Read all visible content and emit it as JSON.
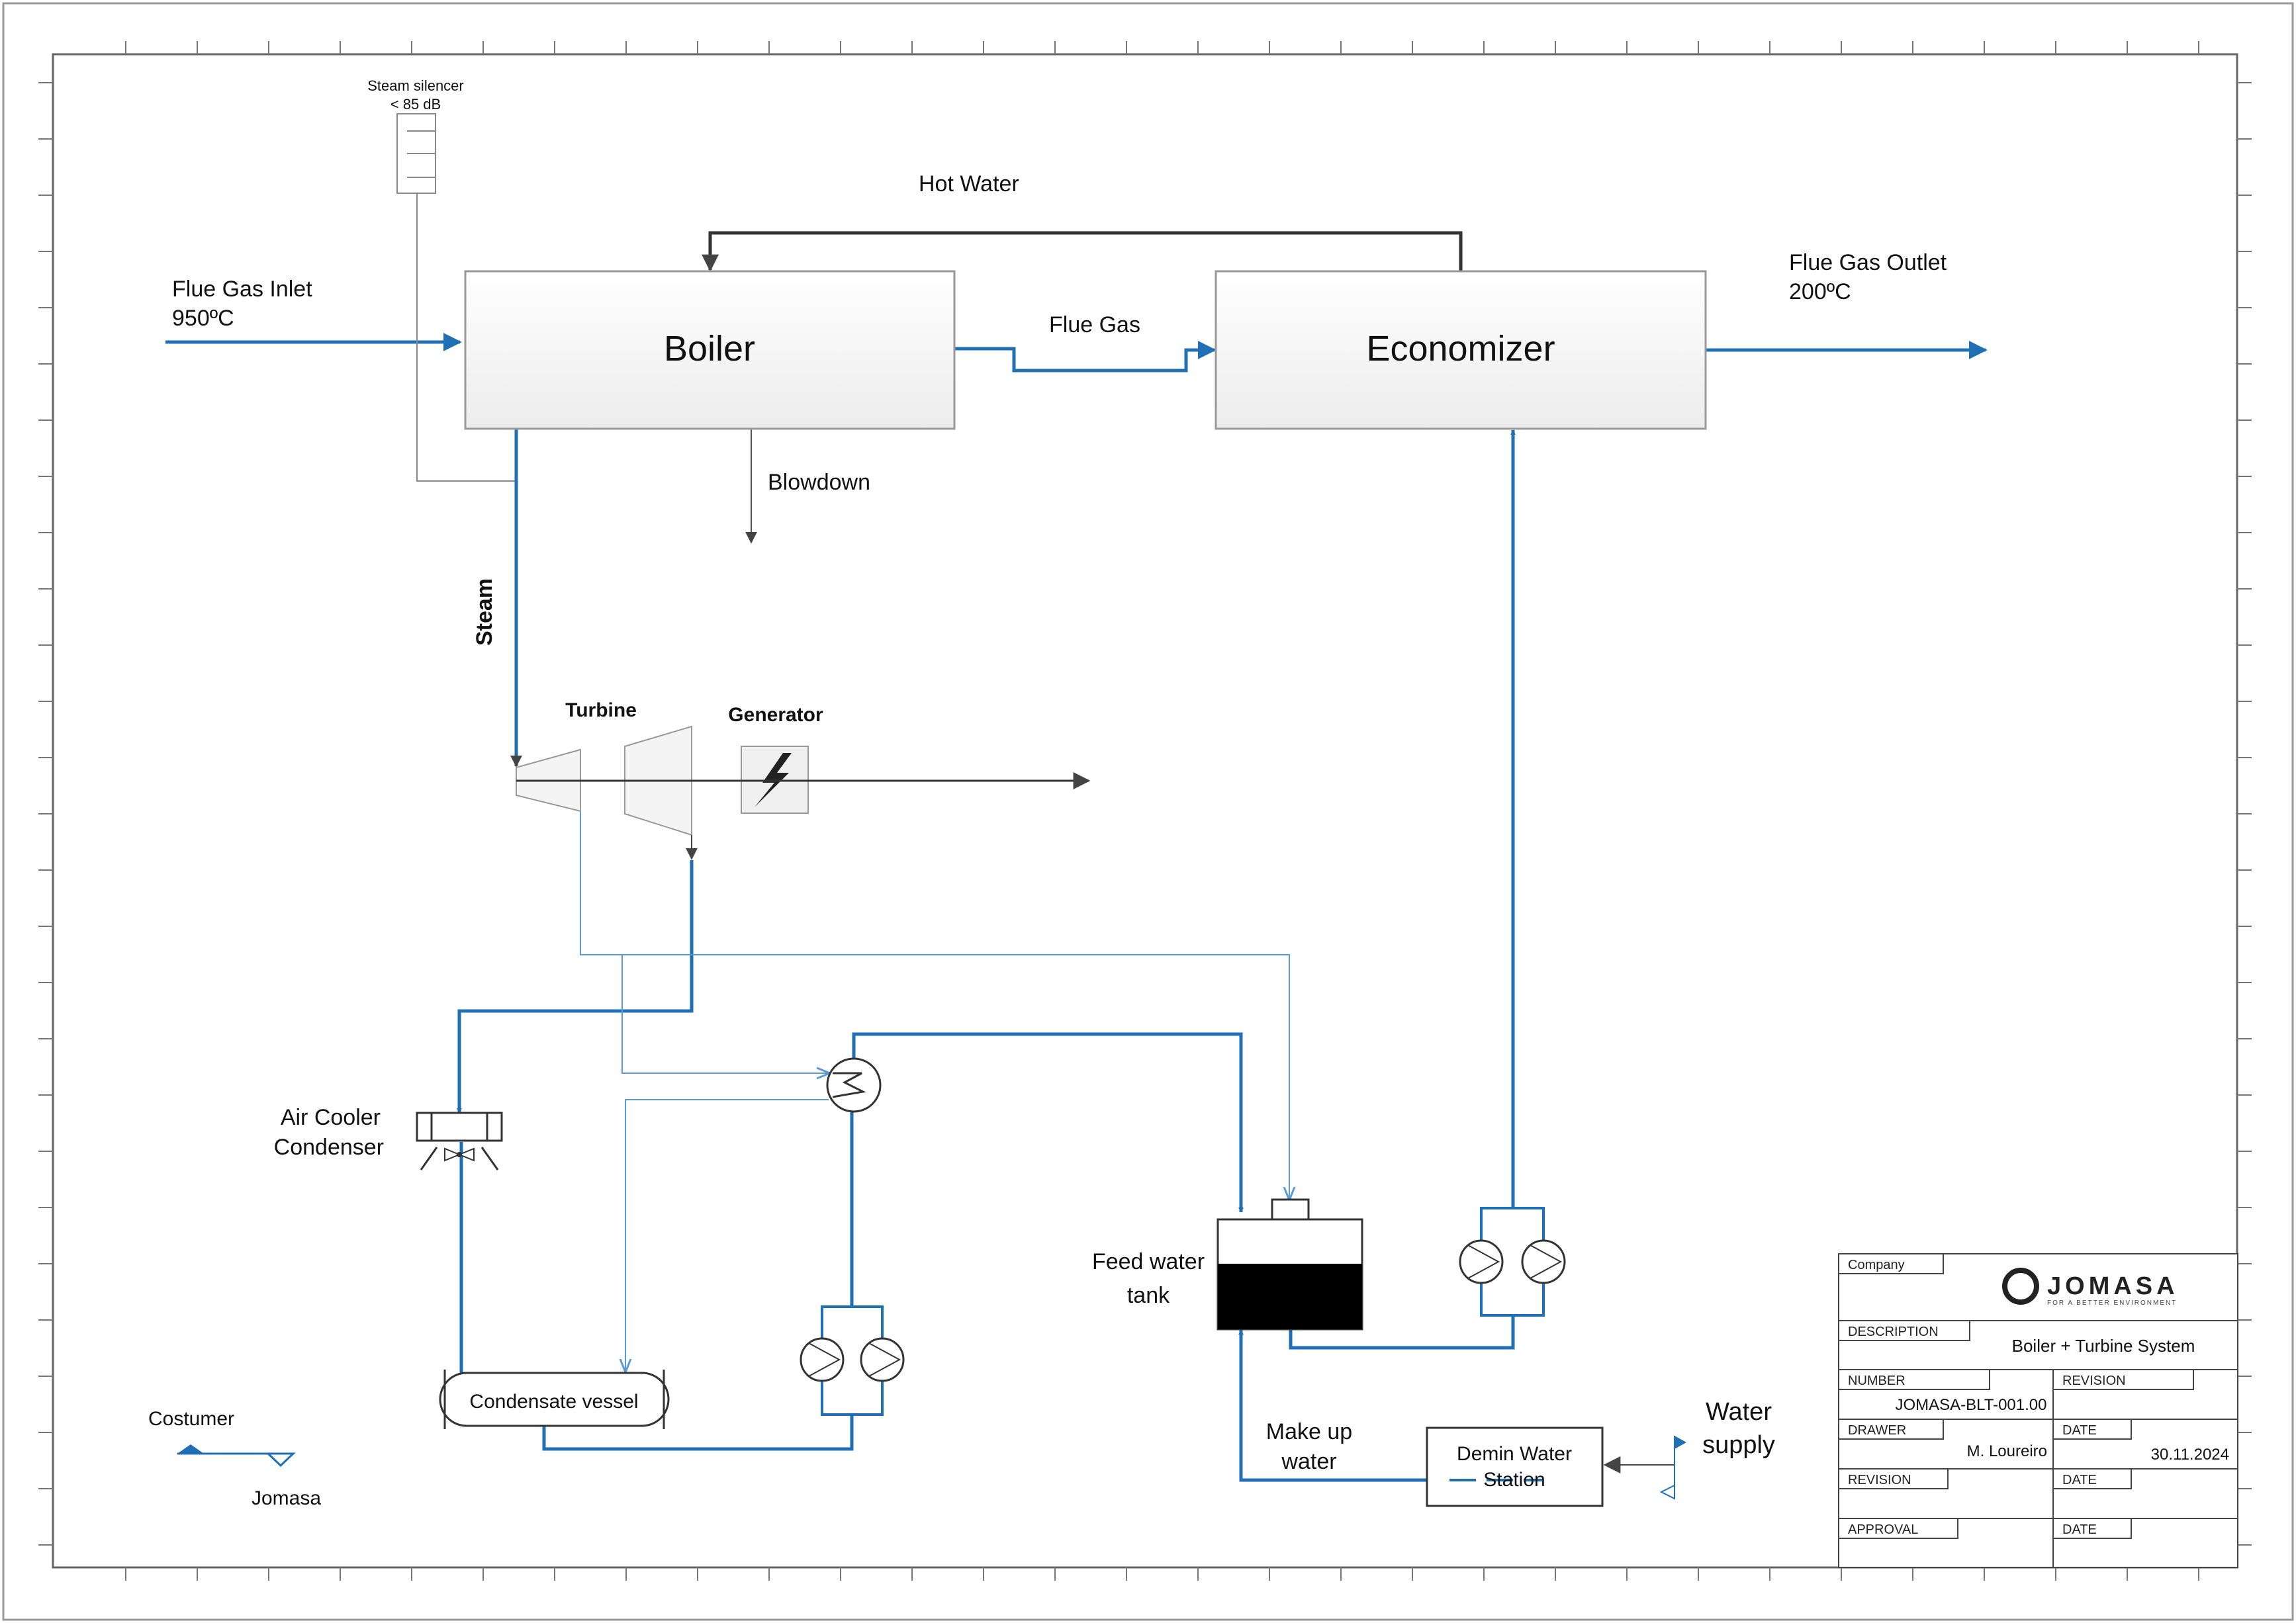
{
  "labels": {
    "steam_silencer": "Steam silencer",
    "silencer_spec": "< 85 dB",
    "hot_water": "Hot Water",
    "flue_gas_inlet": "Flue Gas Inlet",
    "inlet_temp": "950ºC",
    "boiler": "Boiler",
    "flue_gas": "Flue Gas",
    "economizer": "Economizer",
    "flue_gas_outlet": "Flue Gas Outlet",
    "outlet_temp": "200ºC",
    "blowdown": "Blowdown",
    "steam": "Steam",
    "turbine": "Turbine",
    "generator": "Generator",
    "air_cooler_1": "Air Cooler",
    "air_cooler_2": "Condenser",
    "condensate_vessel": "Condensate vessel",
    "feed_water_1": "Feed water",
    "feed_water_2": "tank",
    "make_up_1": "Make up",
    "make_up_2": "water",
    "demin_1": "Demin Water",
    "demin_2": "Station",
    "water_supply_1": "Water",
    "water_supply_2": "supply"
  },
  "legend": {
    "costumer": "Costumer",
    "jomasa": "Jomasa"
  },
  "title_block": {
    "company_label": "Company",
    "logo_text": "JOMASA",
    "logo_tagline": "FOR A BETTER ENVIRONMENT",
    "description_label": "DESCRIPTION",
    "description": "Boiler + Turbine System",
    "number_label": "NUMBER",
    "number": "JOMASA-BLT-001.00",
    "revision_label": "REVISION",
    "drawer_label": "DRAWER",
    "drawer": "M. Loureiro",
    "date_label": "DATE",
    "date": "30.11.2024",
    "revision_label_2": "REVISION",
    "date_label_2": "DATE",
    "approval_label": "APPROVAL",
    "date_label_3": "DATE"
  },
  "colors": {
    "process_blue": "#1f6fb5",
    "light_blue": "#5b9bd5",
    "line_dark": "#444444",
    "box_fill": "#f2f2f2"
  }
}
